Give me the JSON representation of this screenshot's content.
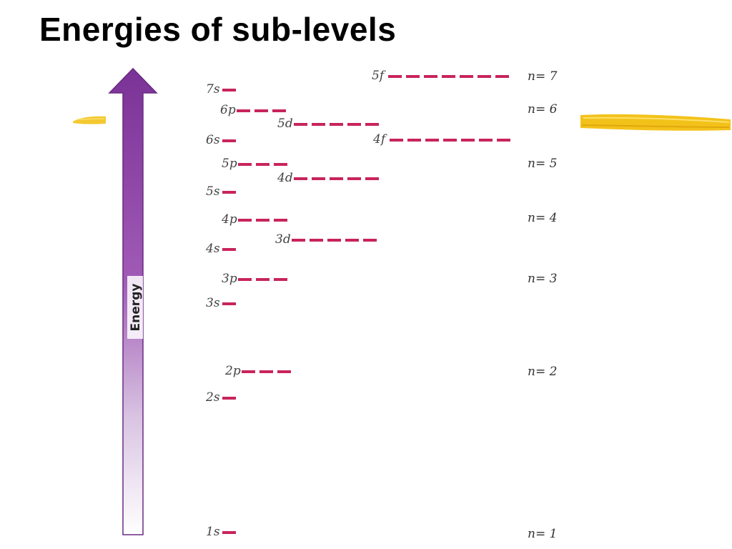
{
  "title": "Energies of sub-levels",
  "axis_label": "Energy",
  "colors": {
    "orbital": "#c8245a",
    "arrow_top": "#7a3296",
    "arrow_bottom": "#ffffff",
    "brush": "#f3c21a"
  },
  "icons": {
    "arrow": "energy-arrow-icon",
    "brush": "yellow-brush-stroke-icon"
  },
  "sublevels": [
    {
      "label": "1s",
      "orbitals": 1
    },
    {
      "label": "2s",
      "orbitals": 1
    },
    {
      "label": "2p",
      "orbitals": 3
    },
    {
      "label": "3s",
      "orbitals": 1
    },
    {
      "label": "3p",
      "orbitals": 3
    },
    {
      "label": "4s",
      "orbitals": 1
    },
    {
      "label": "3d",
      "orbitals": 5
    },
    {
      "label": "4p",
      "orbitals": 3
    },
    {
      "label": "5s",
      "orbitals": 1
    },
    {
      "label": "4d",
      "orbitals": 5
    },
    {
      "label": "5p",
      "orbitals": 3
    },
    {
      "label": "6s",
      "orbitals": 1
    },
    {
      "label": "4f",
      "orbitals": 7
    },
    {
      "label": "5d",
      "orbitals": 5
    },
    {
      "label": "6p",
      "orbitals": 3
    },
    {
      "label": "7s",
      "orbitals": 1
    },
    {
      "label": "5f",
      "orbitals": 7
    }
  ],
  "shells": [
    "n= 1",
    "n= 2",
    "n= 3",
    "n= 4",
    "n= 5",
    "n= 6",
    "n= 7"
  ]
}
